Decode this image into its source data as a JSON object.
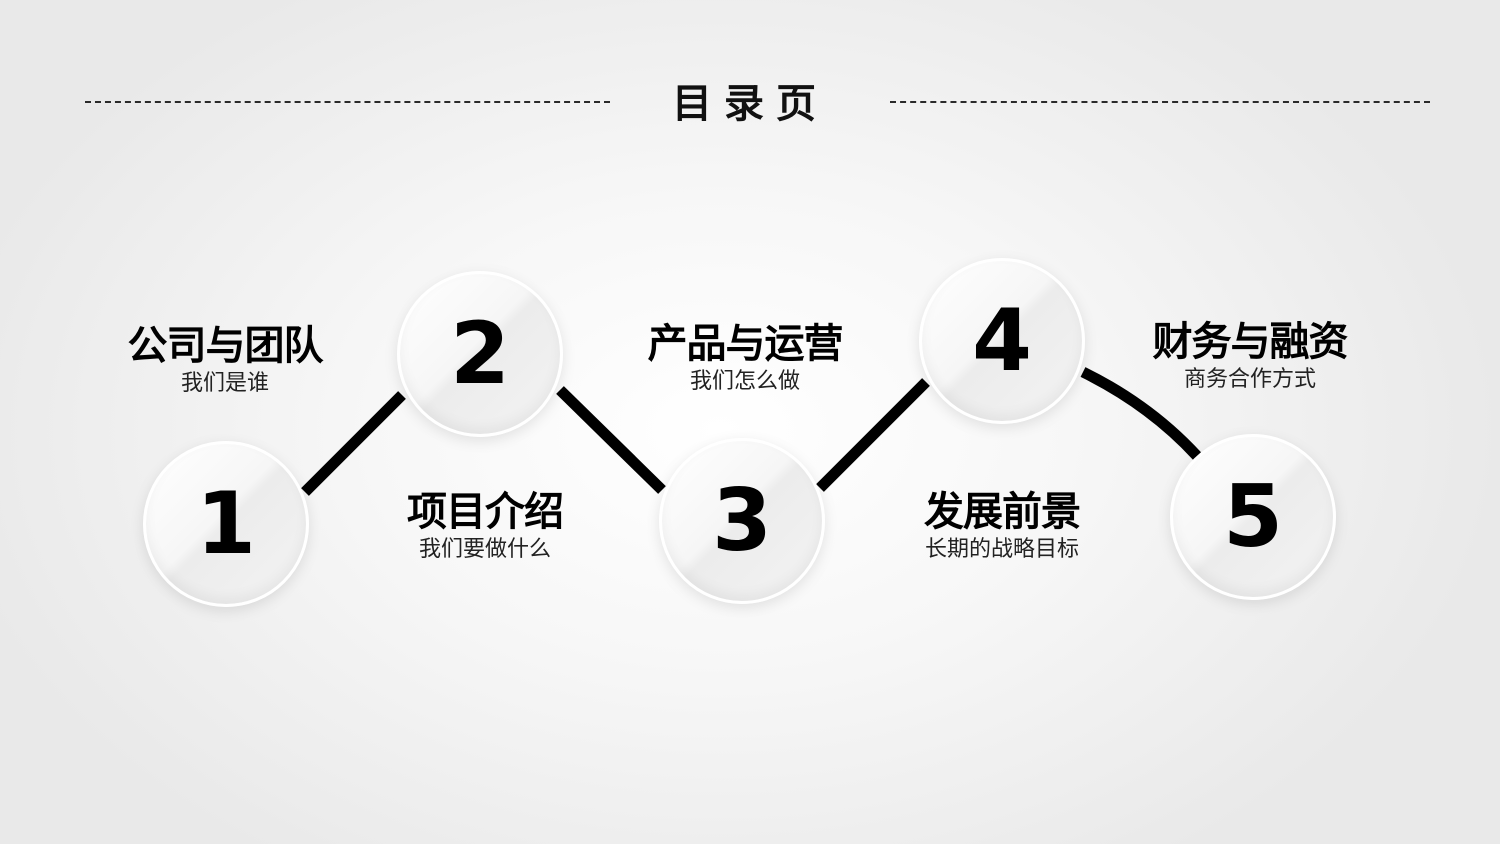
{
  "title": "目录页",
  "items": [
    {
      "number": "1",
      "heading": "公司与团队",
      "subtitle": "我们是谁"
    },
    {
      "number": "2",
      "heading": "项目介绍",
      "subtitle": "我们要做什么"
    },
    {
      "number": "3",
      "heading": "产品与运营",
      "subtitle": "我们怎么做"
    },
    {
      "number": "4",
      "heading": "发展前景",
      "subtitle": "长期的战略目标"
    },
    {
      "number": "5",
      "heading": "财务与融资",
      "subtitle": "商务合作方式"
    }
  ],
  "colors": {
    "connector": "#000000",
    "text": "#000000",
    "circle_fill": "#f6f6f6",
    "background": "#f2f2f2"
  }
}
